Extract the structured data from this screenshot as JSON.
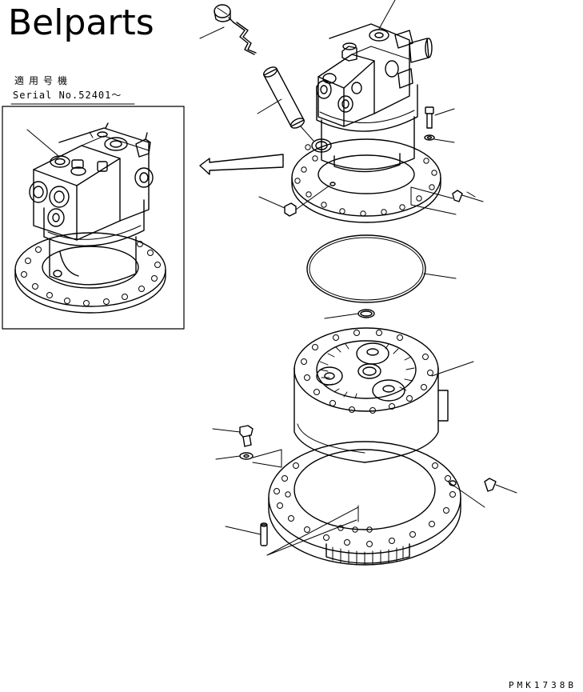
{
  "brand": {
    "logo_text": "Belparts"
  },
  "inset": {
    "applicability_label": "適用号機",
    "serial_label": "Serial No.52401～"
  },
  "figure": {
    "code": "PMK1738B"
  },
  "icons": {
    "direction_arrow": "arrow-left-outline-icon",
    "motor": "swing-motor-assembly-icon",
    "gearbox": "swing-machinery-case-icon"
  }
}
